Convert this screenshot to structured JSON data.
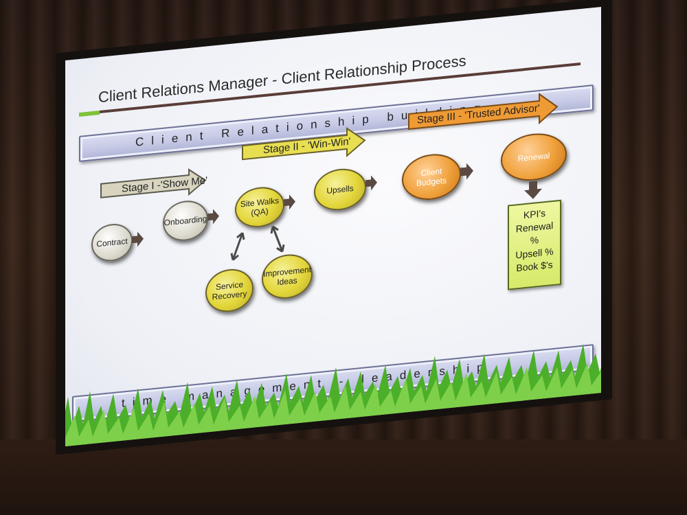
{
  "slide": {
    "title": "Client Relations Manager - Client Relationship Process",
    "top_banner": "Client Relationship building",
    "bottom_banner": "time management - leadership"
  },
  "stages": [
    {
      "label": "Stage I -'Show Me'",
      "color": "#d8d4c0"
    },
    {
      "label": "Stage II - 'Win-Win'",
      "color": "#e8de52"
    },
    {
      "label": "Stage III - 'Trusted Advisor'",
      "color": "#ee9a35"
    }
  ],
  "nodes": {
    "contract": "Contract",
    "onboarding": "Onboarding",
    "site_walks_line1": "Site Walks",
    "site_walks_line2": "(QA)",
    "upsells": "Upsells",
    "client_budgets_line1": "Client",
    "client_budgets_line2": "Budgets",
    "renewal": "Renewal",
    "service_recovery_line1": "Service",
    "service_recovery_line2": "Recovery",
    "improvement_line1": "Improvement",
    "improvement_line2": "Ideas"
  },
  "kpi": {
    "line1": "KPI's",
    "line2": "Renewal",
    "line3": "%",
    "line4": "Upsell %",
    "line5": "Book $'s"
  },
  "colors": {
    "title_rule": "#5a3d38",
    "accent_green": "#7ec23a",
    "banner_fill": "#c6cae6"
  }
}
